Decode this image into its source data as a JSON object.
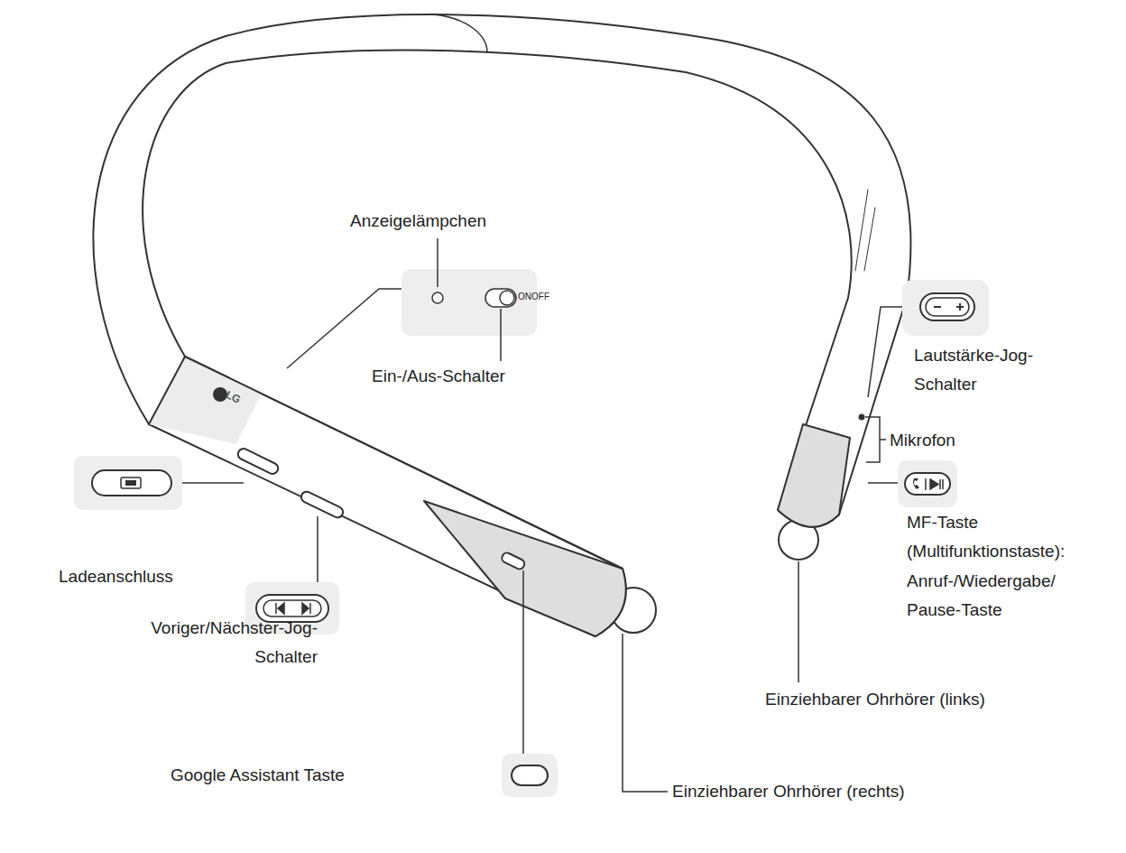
{
  "diagram": {
    "labels": [
      "Anzeigelämpchen",
      "ONOFF",
      "Lautstärke-Jog- Schalter",
      "Ein-/Aus-Schalter",
      "Mikrofon",
      "MF-Taste (Multifunktionstaste): Anruf-/Wiedergabe/ Pause-Taste",
      "LG",
      "Ladeanschluss",
      "Voriger/Nächster-Jog- Schalter",
      "Einziehbarer Ohrhörer (links)",
      "Google Assistant Taste",
      "Einziehbarer Ohrhörer (rechts)"
    ]
  }
}
